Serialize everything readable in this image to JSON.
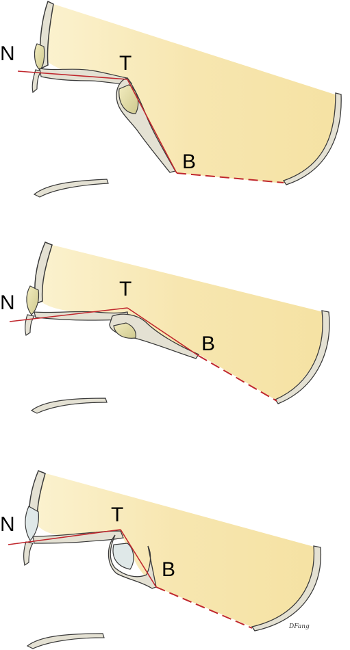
{
  "panels": [
    {
      "labels": {
        "nasion": "N",
        "tuberculum": "T",
        "basion": "B"
      }
    },
    {
      "labels": {
        "nasion": "N",
        "tuberculum": "T",
        "basion": "B"
      }
    },
    {
      "labels": {
        "nasion": "N",
        "tuberculum": "T",
        "basion": "B"
      }
    }
  ],
  "signature": "DFang",
  "colors": {
    "brain_fill": "#f8eab4",
    "bone": "#e4e1d3",
    "bone_outline": "#3a3a3a",
    "red_line": "#c0272d",
    "sinus": "#dfe8e8"
  }
}
